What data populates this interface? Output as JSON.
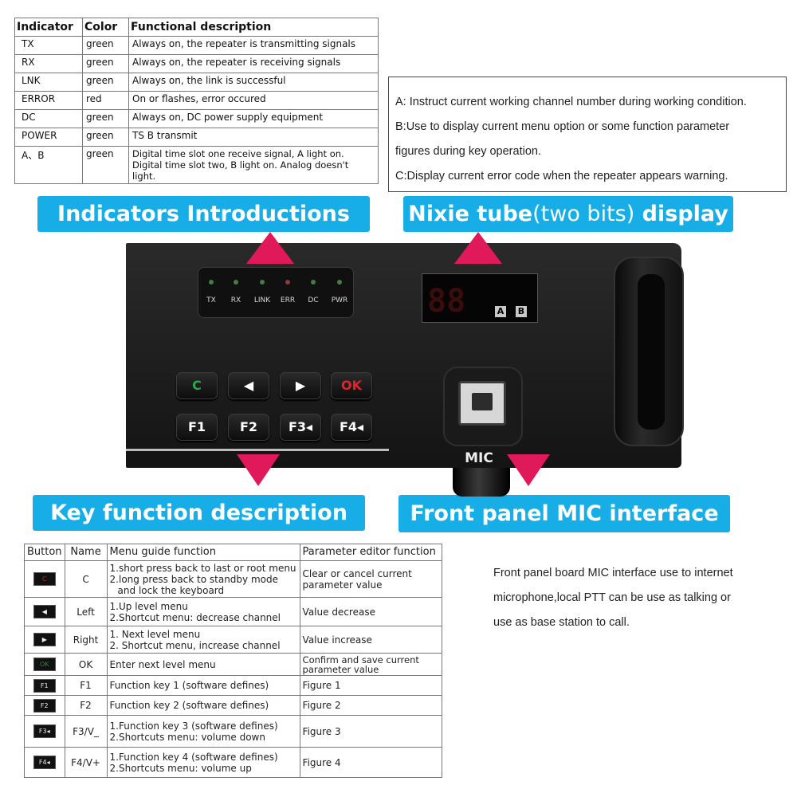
{
  "indicator_table": {
    "headers": [
      "Indicator",
      "Color",
      "Functional description"
    ],
    "rows": [
      {
        "indicator": "TX",
        "color": "green",
        "desc": "Always on, the repeater is transmitting signals"
      },
      {
        "indicator": "RX",
        "color": "green",
        "desc": "Always on, the repeater is receiving signals"
      },
      {
        "indicator": "LNK",
        "color": "green",
        "desc": "Always on, the link is successful"
      },
      {
        "indicator": "ERROR",
        "color": "red",
        "desc": "On or flashes, error occured"
      },
      {
        "indicator": "DC",
        "color": "green",
        "desc": "Always on, DC power supply equipment"
      },
      {
        "indicator": "POWER",
        "color": "green",
        "desc": "TS B transmit"
      },
      {
        "indicator": "A、B",
        "color": "green",
        "desc": "Digital time slot one receive signal, A light on. Digital time slot two, B light on. Analog doesn't light."
      }
    ]
  },
  "nixie_box": {
    "lines": [
      "A: Instruct current working channel number during working condition.",
      "B:Use to display current menu option or some function parameter",
      "figures during key operation.",
      "C:Display current error code when the repeater appears warning."
    ]
  },
  "banners": {
    "indicators": "Indicators Introductions",
    "nixie_bold": "Nixie tube",
    "nixie_thin": "(two bits)",
    "nixie_bold2": " display",
    "key": "Key function description",
    "mic": "Front panel MIC interface"
  },
  "panel": {
    "leds": [
      "TX",
      "RX",
      "LINK",
      "ERR",
      "DC",
      "PWR"
    ],
    "digits": "88",
    "ab": [
      "A",
      "B"
    ],
    "keys_row1": [
      "C",
      "◀",
      "▶",
      "OK"
    ],
    "keys_row2": [
      "F1",
      "F2",
      "F3◂",
      "F4◂"
    ],
    "mic_label": "MIC"
  },
  "key_table": {
    "headers": [
      "Button",
      "Name",
      "Menu guide function",
      "Parameter editor function"
    ],
    "rows": [
      {
        "icon": "C",
        "name": "C",
        "menu": [
          "1.short press back to last or root menu",
          "2.long press back to standby mode",
          "   and lock the keyboard"
        ],
        "param": "Clear or cancel current parameter value"
      },
      {
        "icon": "◀",
        "name": "Left",
        "menu": [
          "1.Up level menu",
          "2.Shortcut menu: decrease channel"
        ],
        "param": "Value decrease"
      },
      {
        "icon": "▶",
        "name": "Right",
        "menu": [
          "1. Next level menu",
          "2. Shortcut menu, increase channel"
        ],
        "param": "Value increase"
      },
      {
        "icon": "OK",
        "name": "OK",
        "menu": [
          "Enter next level menu"
        ],
        "param": "Confirm and save current parameter value"
      },
      {
        "icon": "F1",
        "name": "F1",
        "menu": [
          "Function key 1 (software defines)"
        ],
        "param": "Figure 1"
      },
      {
        "icon": "F2",
        "name": "F2",
        "menu": [
          "Function key 2 (software defines)"
        ],
        "param": "Figure 2"
      },
      {
        "icon": "F3◂",
        "name": "F3/V_",
        "menu": [
          "1.Function key 3 (software defines)",
          "2.Shortcuts menu: volume down"
        ],
        "param": "Figure 3"
      },
      {
        "icon": "F4◂",
        "name": "F4/V+",
        "menu": [
          "1.Function key 4 (software defines)",
          "2.Shortcuts menu: volume up"
        ],
        "param": "Figure 4"
      }
    ]
  },
  "mic_desc": {
    "lines": [
      "Front panel board MIC interface use to internet",
      "microphone,local PTT can be use as talking or",
      "use as base station to call."
    ]
  },
  "colors": {
    "banner": "#17aee8",
    "arrow": "#e0195b",
    "panel": "#1c1c1c"
  }
}
